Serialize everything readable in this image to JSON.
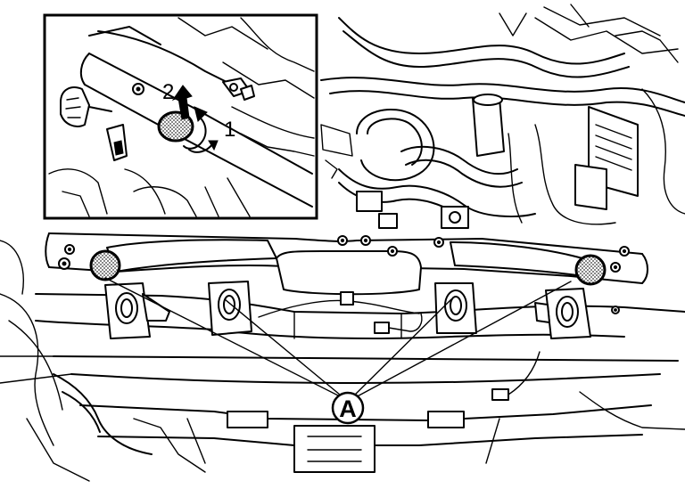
{
  "callouts": {
    "step_1": "1",
    "step_2": "2",
    "part_a": "A"
  },
  "colors": {
    "line": "#000000",
    "paper": "#ffffff",
    "hatch": "#555555"
  },
  "icons": {
    "rotate": "curved-arrow-icon",
    "lift": "up-arrow-icon"
  }
}
